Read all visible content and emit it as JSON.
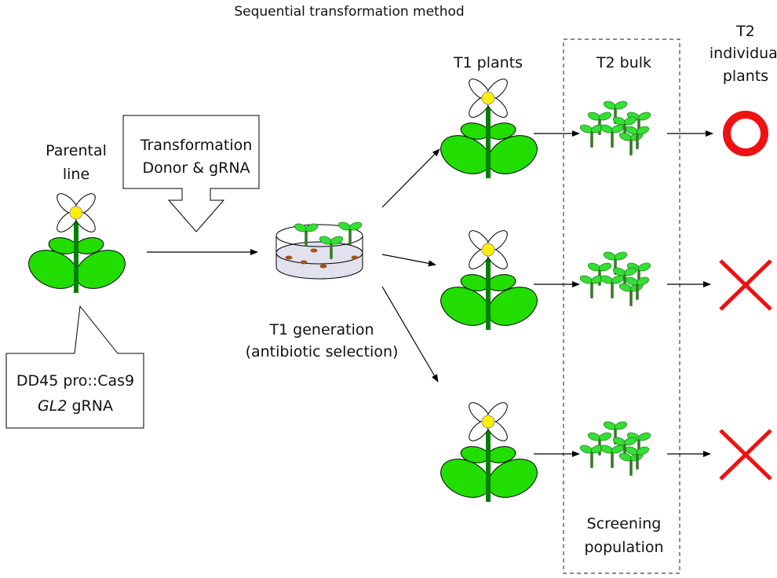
{
  "title": "Sequential transformation method",
  "parental": {
    "line1": "Parental",
    "line2": "line"
  },
  "transformation_box": {
    "line1": "Transformation",
    "line2": "Donor & gRNA"
  },
  "construct_box": {
    "line1": "DD45 pro::Cas9",
    "line2_italic": "GL2",
    "line2_rest": " gRNA"
  },
  "t1_generation": {
    "line1": "T1 generation",
    "line2": "(antibiotic selection)"
  },
  "columns": {
    "t1_plants": "T1 plants",
    "t2_bulk": "T2 bulk",
    "t2_individual": {
      "line1": "T2",
      "line2": "individual",
      "line3": "plants"
    }
  },
  "screening": {
    "line1": "Screening",
    "line2": "population"
  },
  "results": [
    "circle-icon",
    "cross-icon",
    "cross-icon"
  ],
  "colors": {
    "leaf": "#22dd00",
    "stem": "#008000",
    "center": "#ffee00",
    "result": "#ee1111",
    "seedling_leaf": "#33e033",
    "seedling_stem": "#3a7a2a",
    "dish": "#e2e2ee"
  }
}
